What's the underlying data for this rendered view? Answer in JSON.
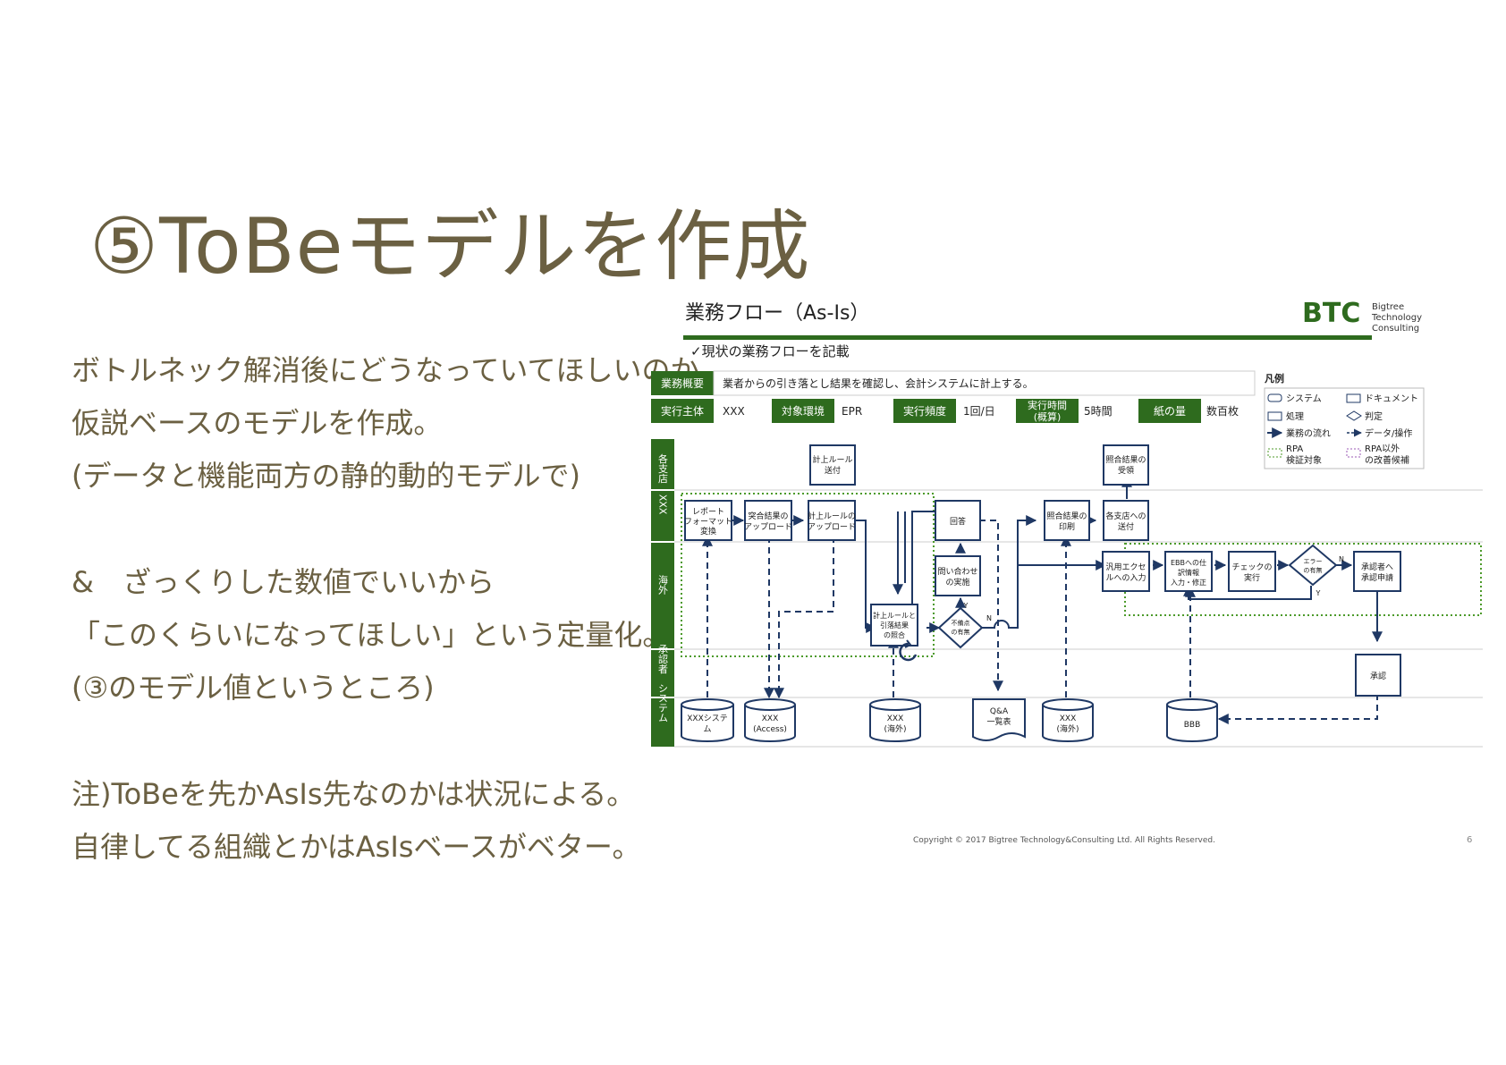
{
  "title": "⑤ToBeモデルを作成",
  "body": {
    "lines": [
      "ボトルネック解消後にどうなっていてほしいのか",
      "仮説ベースのモデルを作成。",
      "(データと機能両方の静的動的モデルで)",
      "&　ざっくりした数値でいいから",
      "「このくらいになってほしい」という定量化。",
      "(③のモデル値というところ)",
      "注)ToBeを先かAsIs先なのかは状況による。",
      "自律してる組織とかはAsIsベースがベター。"
    ]
  },
  "slide": {
    "heading": "業務フロー（As-Is）",
    "subheading": "✓現状の業務フローを記載",
    "logo": {
      "mark": "BTC",
      "line1": "Bigtree",
      "line2": "Technology",
      "line3": "Consulting"
    },
    "colors": {
      "green": "#2e6b1e",
      "navy": "#1f3864",
      "dotted": "#4c9a2a",
      "purple": "#9b59b6"
    },
    "info": {
      "overview_label": "業務概要",
      "overview_value": "業者からの引き落とし結果を確認し、会計システムに計上する。",
      "actor_label": "実行主体",
      "actor_value": "XXX",
      "env_label": "対象環境",
      "env_value": "EPR",
      "freq_label": "実行頻度",
      "freq_value": "1回/日",
      "time_label_1": "実行時間",
      "time_label_2": "(概算)",
      "time_value": "5時間",
      "paper_label": "紙の量",
      "paper_value": "数百枚"
    },
    "legend": {
      "title": "凡例",
      "system": "システム",
      "document": "ドキュメント",
      "process": "処理",
      "decision": "判定",
      "flow": "業務の流れ",
      "data": "データ/操作",
      "rpa_1": "RPA",
      "rpa_2": "検証対象",
      "nonrpa_1": "RPA以外",
      "nonrpa_2": "の改善候補"
    },
    "lanes": [
      "各支店",
      "XXX",
      "海外",
      "承認者",
      "システム"
    ],
    "nodes": {
      "n1": [
        "計上ルール",
        "送付"
      ],
      "n2": [
        "照合結果の",
        "受領"
      ],
      "n3": [
        "レポート",
        "フォーマット",
        "変換"
      ],
      "n4": [
        "突合結果の",
        "アップロード"
      ],
      "n5": [
        "計上ルールの",
        "アップロード"
      ],
      "n6": [
        "回答"
      ],
      "n7": [
        "照合結果の",
        "印刷"
      ],
      "n8": [
        "各支店への",
        "送付"
      ],
      "n9": [
        "問い合わせ",
        "の実施"
      ],
      "n10": [
        "汎用エクセ",
        "ルへの入力"
      ],
      "n11": [
        "EBBへの仕",
        "訳情報",
        "入力・修正"
      ],
      "n12": [
        "チェックの",
        "実行"
      ],
      "n13": [
        "承認者へ",
        "承認申請"
      ],
      "n14": [
        "計上ルールと",
        "引落結果",
        "の照合"
      ],
      "n15": [
        "承認"
      ],
      "d1": [
        "不備点",
        "の有無"
      ],
      "d2": [
        "エラー",
        "の有無"
      ],
      "s1": [
        "XXXシステ",
        "ム"
      ],
      "s2": [
        "XXX",
        "(Access)"
      ],
      "s3": [
        "XXX",
        "(海外)"
      ],
      "s4": [
        "Q&A",
        "一覧表"
      ],
      "s5": [
        "XXX",
        "(海外)"
      ],
      "s6": [
        "BBB"
      ]
    },
    "labels": {
      "yes": "Y",
      "no": "N"
    },
    "copyright": "Copyright © 2017 Bigtree Technology&Consulting Ltd. All Rights Reserved.",
    "page": "6"
  }
}
